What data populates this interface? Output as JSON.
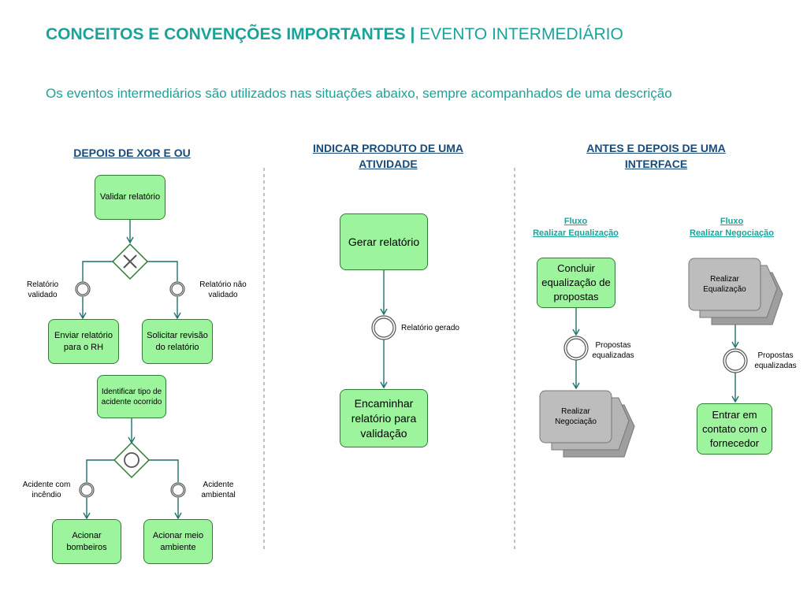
{
  "header": {
    "title_bold": "CONCEITOS E CONVENÇÕES IMPORTANTES |",
    "title_normal": "EVENTO INTERMEDIÁRIO",
    "subtitle": "Os eventos intermediários são utilizados nas situações abaixo, sempre acompanhados de uma descrição"
  },
  "section1": {
    "heading": "DEPOIS DE XOR E OU",
    "validar": "Validar relatório",
    "ev_validado": "Relatório validado",
    "ev_nao_validado": "Relatório não validado",
    "enviar": "Enviar relatório para o RH",
    "solicitar": "Solicitar revisão do relatório",
    "identificar": "Identificar tipo de acidente ocorrido",
    "ev_incendio": "Acidente com incêndio",
    "ev_ambiental": "Acidente ambiental",
    "bombeiros": "Acionar bombeiros",
    "meio_ambiente": "Acionar meio ambiente"
  },
  "section2": {
    "heading": "INDICAR PRODUTO DE UMA ATIVIDADE",
    "gerar": "Gerar relatório",
    "ev_gerado": "Relatório gerado",
    "encaminhar": "Encaminhar relatório para validação"
  },
  "section3": {
    "heading": "ANTES E DEPOIS DE UMA INTERFACE",
    "flow1_label": "Fluxo",
    "flow1_name": "Realizar Equalização",
    "concluir": "Concluir equalização de propostas",
    "ev_equalizadas_1": "Propostas equalizadas",
    "negociacao": "Realizar Negociação",
    "flow2_label": "Fluxo",
    "flow2_name": "Realizar Negociação",
    "equalizacao": "Realizar Equalização",
    "ev_equalizadas_2": "Propostas equalizadas",
    "contato": "Entrar em contato com o fornecedor"
  },
  "colors": {
    "accent": "#1aa39a",
    "heading": "#1a4a78",
    "task_fill": "#9cf59c",
    "task_border": "#2e7d32",
    "connector": "#1f6f70",
    "subprocess": "#bdbdbd"
  }
}
